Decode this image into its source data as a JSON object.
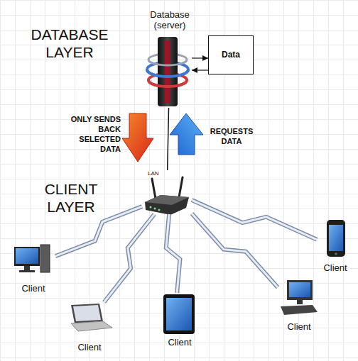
{
  "diagram": {
    "nodes": [
      {
        "text": [
          "Database (server)"
        ]
      },
      {
        "text": [
          "Data"
        ]
      },
      {
        "text": [
          "LAN"
        ]
      },
      {
        "text": [
          "Client"
        ]
      },
      {
        "text": [
          "Client"
        ]
      },
      {
        "text": [
          "Client"
        ]
      },
      {
        "text": [
          "Client"
        ]
      },
      {
        "text": [
          "Client"
        ]
      }
    ],
    "edges": [
      {
        "from": 0,
        "to": 1,
        "arrow": "to"
      },
      {
        "from": 1,
        "to": 0,
        "arrow": "to"
      },
      {
        "from": 0,
        "to": 2,
        "arrow": "none"
      },
      {
        "from": 2,
        "to": 3,
        "arrow": "none"
      },
      {
        "from": 2,
        "to": 4,
        "arrow": "none"
      },
      {
        "from": 2,
        "to": 5,
        "arrow": "none"
      },
      {
        "from": 2,
        "to": 6,
        "arrow": "none"
      },
      {
        "from": 2,
        "to": 7,
        "arrow": "none"
      }
    ],
    "labels": [
      "DATABASE LAYER",
      "ONLY SENDS BACK SELECTED DATA",
      "REQUESTS DATA",
      "CLIENT LAYER"
    ]
  }
}
